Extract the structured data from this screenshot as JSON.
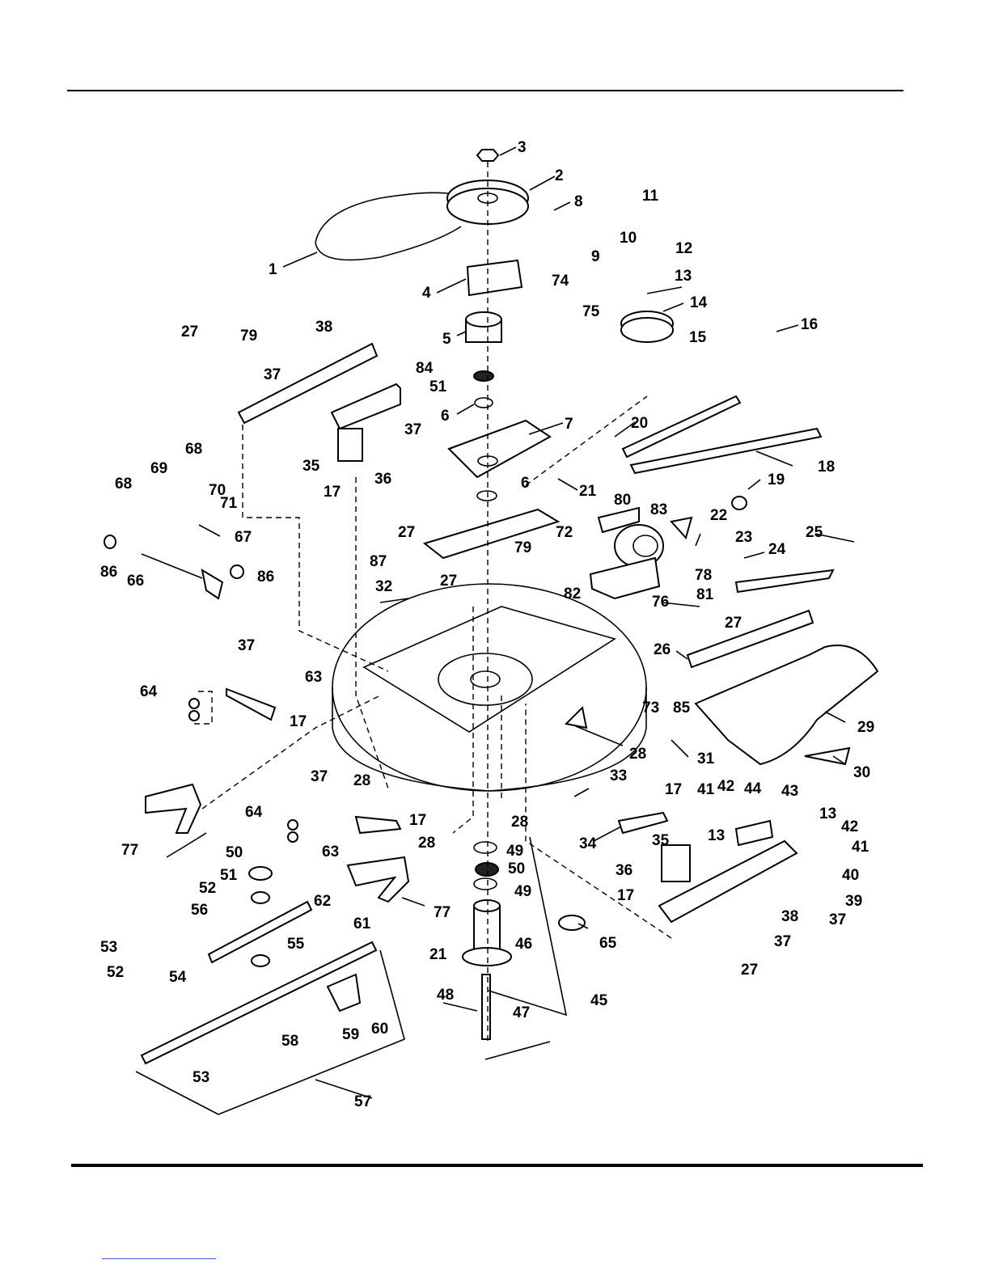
{
  "diagram": {
    "callouts": [
      "1",
      "2",
      "3",
      "4",
      "5",
      "6",
      "7",
      "8",
      "9",
      "10",
      "11",
      "12",
      "13",
      "14",
      "15",
      "16",
      "17",
      "18",
      "19",
      "20",
      "21",
      "22",
      "23",
      "24",
      "25",
      "26",
      "27",
      "28",
      "29",
      "30",
      "31",
      "32",
      "33",
      "34",
      "35",
      "36",
      "37",
      "38",
      "39",
      "40",
      "41",
      "42",
      "43",
      "44",
      "45",
      "46",
      "47",
      "48",
      "49",
      "50",
      "51",
      "52",
      "53",
      "54",
      "55",
      "56",
      "57",
      "58",
      "59",
      "60",
      "61",
      "62",
      "63",
      "64",
      "65",
      "66",
      "67",
      "68",
      "69",
      "70",
      "71",
      "72",
      "73",
      "74",
      "75",
      "76",
      "77",
      "78",
      "79",
      "80",
      "81",
      "82",
      "83",
      "84",
      "85",
      "86",
      "87"
    ]
  }
}
